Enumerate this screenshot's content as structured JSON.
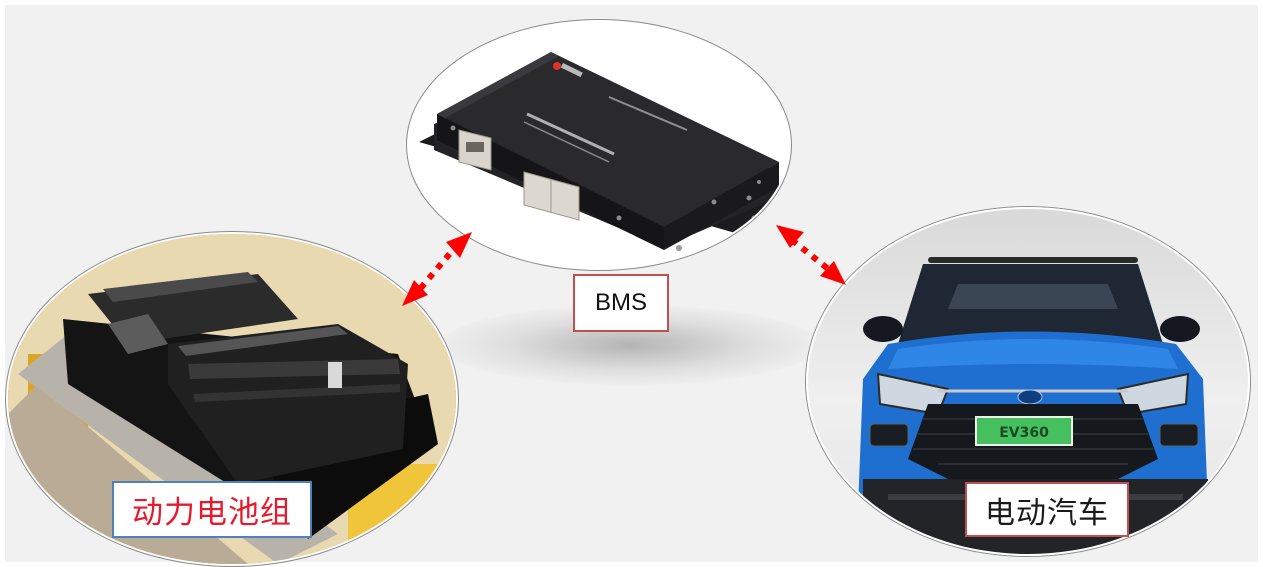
{
  "diagram": {
    "type": "relationship",
    "nodes": [
      {
        "id": "bms",
        "label": "BMS",
        "image": "battery-management-system-device",
        "label_border_color": "#c0504d",
        "label_text_color": "#111111"
      },
      {
        "id": "battery",
        "label": "动力电池组",
        "image": "power-battery-pack",
        "label_border_color": "#4f81bd",
        "label_text_color": "#e8192c"
      },
      {
        "id": "car",
        "label": "电动汽车",
        "image": "electric-vehicle-front",
        "label_border_color": "#c0504d",
        "label_text_color": "#1a1a1a",
        "plate_text": "EV360"
      }
    ],
    "edges": [
      {
        "from": "bms",
        "to": "battery",
        "style": "dotted-bidirectional",
        "color": "#ff0000"
      },
      {
        "from": "bms",
        "to": "car",
        "style": "dotted-bidirectional",
        "color": "#ff0000"
      }
    ]
  },
  "colors": {
    "background": "#f1f1f1",
    "arrow": "#ff0000",
    "car_body": "#1f6fd1",
    "plate": "#3cc35a"
  }
}
